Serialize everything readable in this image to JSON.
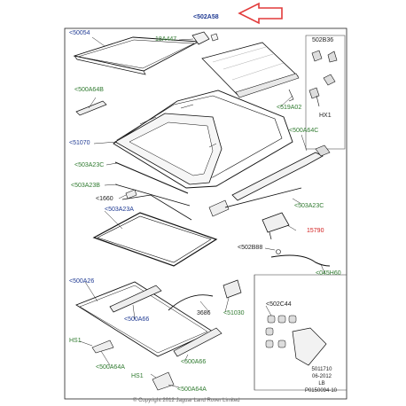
{
  "labels": {
    "top_ref": "<502A58",
    "sunroof_glass": "<50054",
    "bracket_18a447": "18A447",
    "clip_502b36": "502B36",
    "guide_500a64b": "<500A64B",
    "blind_519a02": "<519A02",
    "frame_51070": "<51070",
    "hx1": "HX1",
    "seal_503a23c_left": "<503A23C",
    "seal_503a23b": "<503A23B",
    "rail_500a64c": "<500A64C",
    "clip_1660": "<1660",
    "seal_503a23a": "<503A23A",
    "seal_503a23c_right": "<503A23C",
    "motor_15790": "15790",
    "screw_502b88": "<502B88",
    "drain_045h60": "<045H60",
    "channel_500a26": "<500A26",
    "arm_500a66_top": "<500A66",
    "hose_3686": "3686",
    "bracket_51030": "<51030",
    "kit_502c44": "<502C44",
    "hs1_top": "HS1",
    "arm_500a66_bottom": "<500A66",
    "guide_500a64a_top": "<500A64A",
    "hs1_bottom": "HS1",
    "guide_500a64a_bottom": "<500A64A"
  },
  "footer": {
    "ref_code": "5011710",
    "date": "06-2012",
    "lb": "LB",
    "part_no": "P0150094-10",
    "copyright": "© Copyright 2012 Jaguar Land Rover Limited"
  },
  "colors": {
    "ref_blue": "#1f3a93",
    "ref_green": "#2f7a2f",
    "ref_red": "#d21e1e",
    "arrow_red": "#e23a3a",
    "line": "#111111"
  }
}
